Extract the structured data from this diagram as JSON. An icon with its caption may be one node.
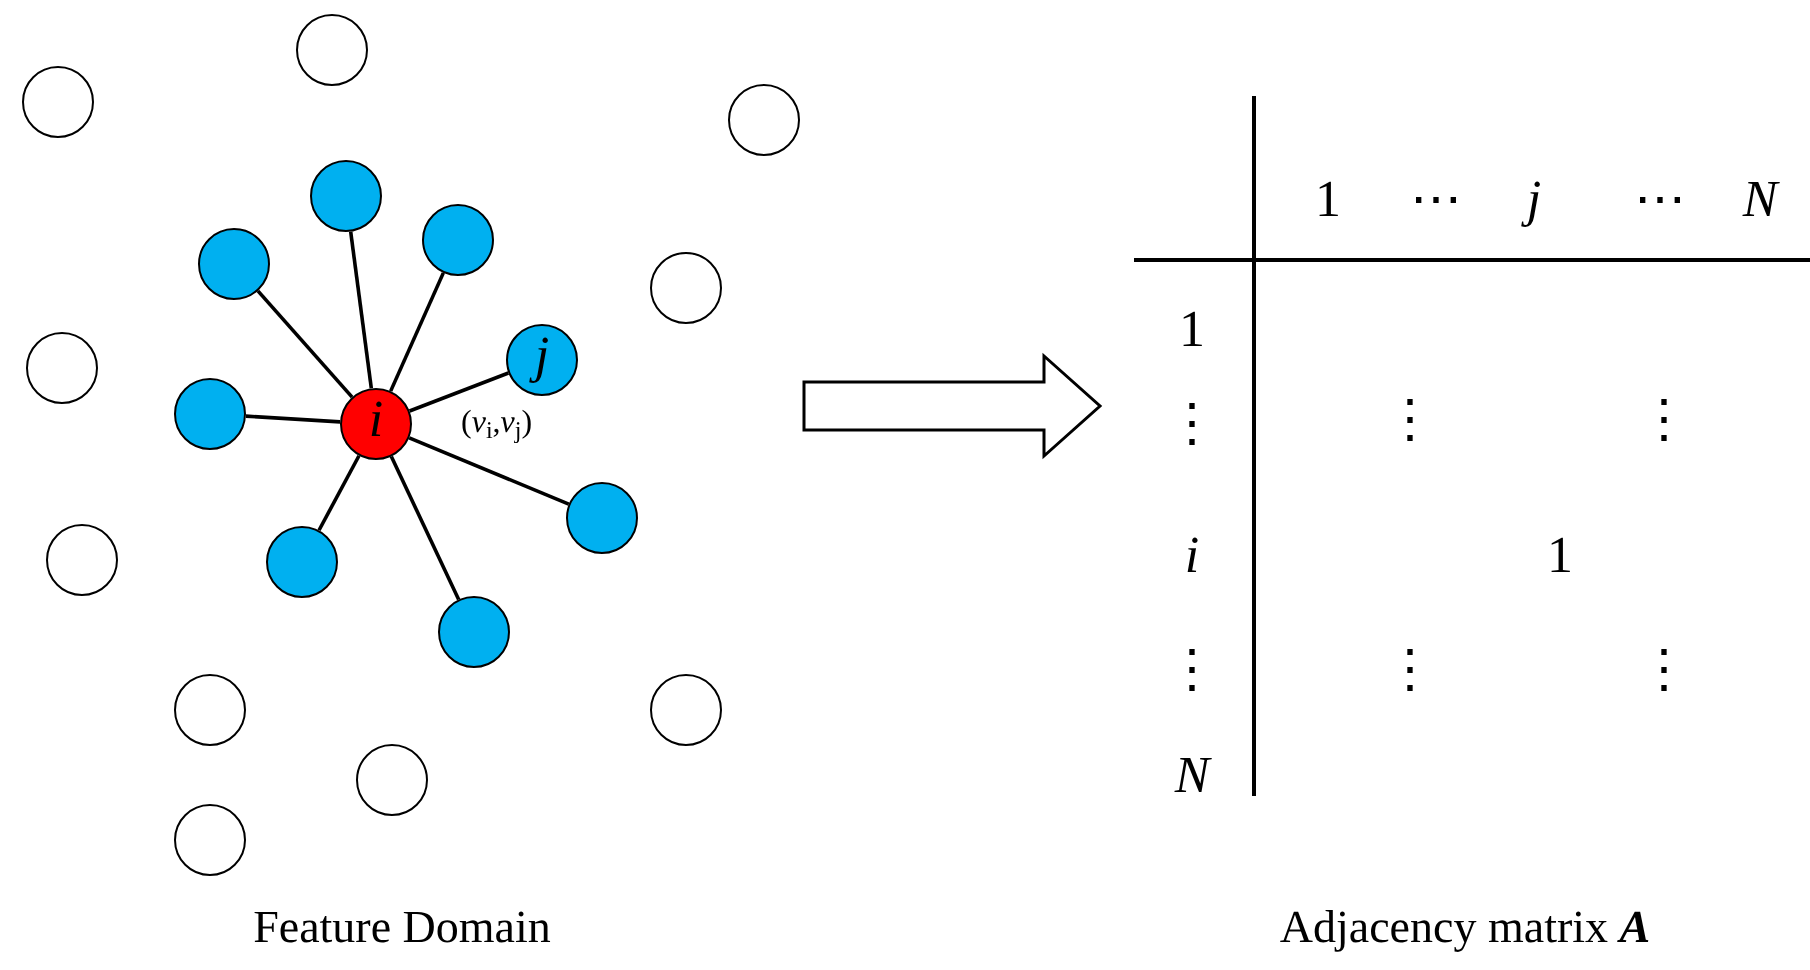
{
  "diagram": {
    "nodes": [
      {
        "text": [
          "Feature Domain"
        ]
      },
      {
        "text": [
          "i"
        ],
        "in": 0
      },
      {
        "text": [
          "j"
        ],
        "in": 0
      },
      {
        "text": [],
        "shape": "circle",
        "in": 0
      },
      {
        "text": [],
        "shape": "circle",
        "in": 0
      },
      {
        "text": [],
        "shape": "circle",
        "in": 0
      },
      {
        "text": [],
        "shape": "circle",
        "in": 0
      },
      {
        "text": [],
        "shape": "circle",
        "in": 0
      },
      {
        "text": [],
        "shape": "circle",
        "in": 0
      },
      {
        "text": [],
        "shape": "circle",
        "in": 0
      },
      {
        "text": [],
        "shape": "circle",
        "in": 0
      },
      {
        "text": [],
        "shape": "circle",
        "in": 0
      },
      {
        "text": [],
        "shape": "circle",
        "in": 0
      },
      {
        "text": [],
        "shape": "circle",
        "in": 0
      },
      {
        "text": [],
        "shape": "circle",
        "in": 0
      },
      {
        "text": [],
        "shape": "circle",
        "in": 0
      },
      {
        "text": [],
        "shape": "circle",
        "in": 0
      },
      {
        "text": [],
        "shape": "circle",
        "in": 0
      },
      {
        "text": [],
        "shape": "circle",
        "in": 0
      },
      {
        "text": [],
        "shape": "circle",
        "in": 0
      },
      {
        "text": [
          "Adjacency matrix **A**"
        ]
      }
    ],
    "edges": [
      {
        "from": 1,
        "to": 2,
        "arrow": "none",
        "label": "(*v*$_{i}$,*v*$_{j}$)"
      },
      {
        "from": 1,
        "to": 3,
        "arrow": "none"
      },
      {
        "from": 1,
        "to": 4,
        "arrow": "none"
      },
      {
        "from": 1,
        "to": 5,
        "arrow": "none"
      },
      {
        "from": 1,
        "to": 6,
        "arrow": "none"
      },
      {
        "from": 1,
        "to": 7,
        "arrow": "none"
      },
      {
        "from": 1,
        "to": 8,
        "arrow": "none"
      },
      {
        "from": 1,
        "to": 9,
        "arrow": "none"
      },
      {
        "from": 0,
        "to": 20,
        "arrow": "to"
      }
    ],
    "labels": [
      "1",
      "⋯",
      "j",
      "⋯",
      "N",
      "1",
      "⋮",
      "⋮",
      "⋮",
      "i",
      "1",
      "⋮",
      "⋮",
      "⋮",
      "N"
    ]
  }
}
